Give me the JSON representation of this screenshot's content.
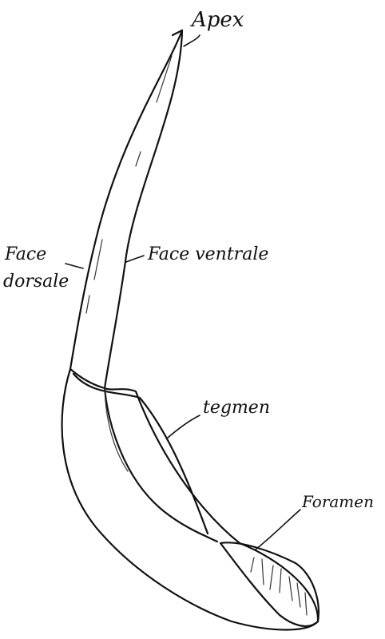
{
  "labels": {
    "apex": "Apex",
    "face_dorsale_line1": "Face",
    "face_dorsale_line2": "dorsale",
    "face_ventrale": "Face ventrale",
    "tegmen": "tegmen",
    "foramen": "Foramen"
  }
}
